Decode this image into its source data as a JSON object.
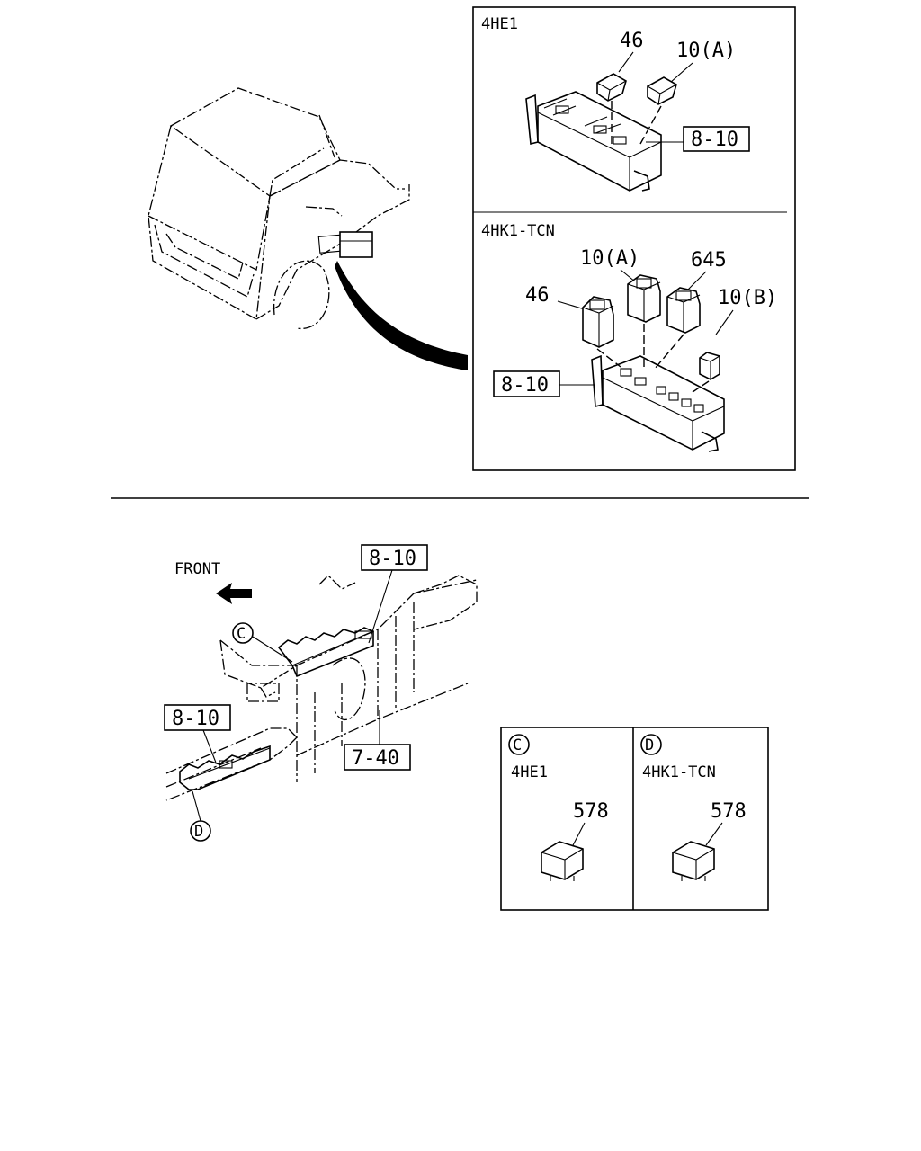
{
  "top_right": {
    "section_4he1": {
      "title": "4HE1",
      "part_46": "46",
      "part_10a": "10(A)",
      "ref_8_10": "8-10"
    },
    "section_4hk1": {
      "title": "4HK1-TCN",
      "part_10a": "10(A)",
      "part_645": "645",
      "part_46": "46",
      "part_10b": "10(B)",
      "ref_8_10": "8-10"
    }
  },
  "bottom_left": {
    "front_label": "FRONT",
    "ref_8_10_top": "8-10",
    "ref_8_10_left": "8-10",
    "ref_7_40": "7-40",
    "marker_c": "C",
    "marker_d": "D"
  },
  "detail_box": {
    "left": {
      "marker": "C",
      "title": "4HE1",
      "part": "578"
    },
    "right": {
      "marker": "D",
      "title": "4HK1-TCN",
      "part": "578"
    }
  }
}
